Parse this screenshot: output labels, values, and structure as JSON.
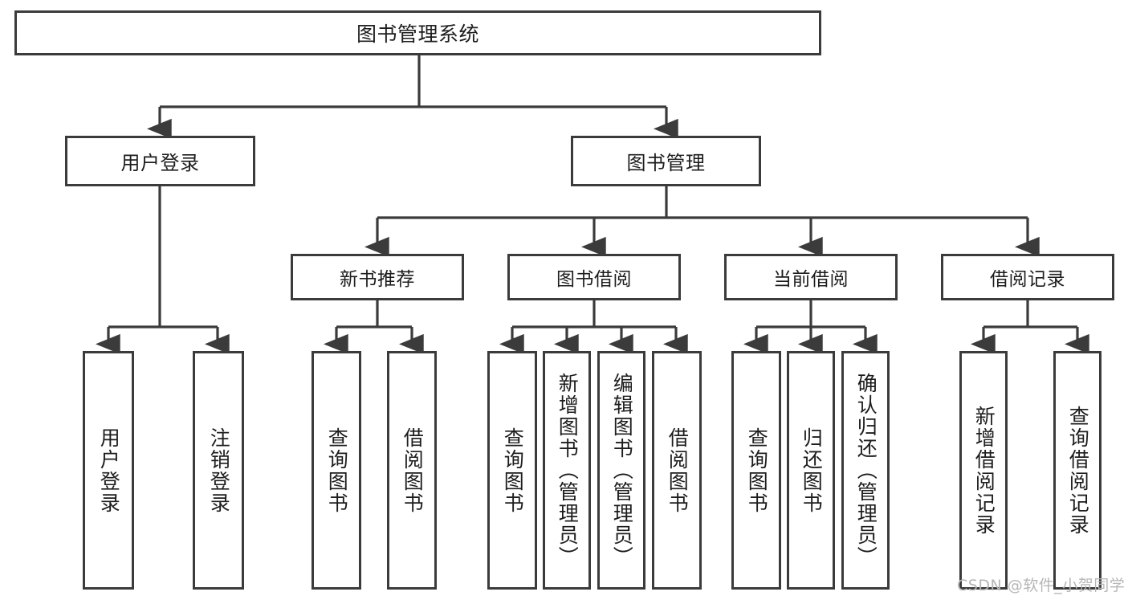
{
  "diagram": {
    "title": "图书管理系统",
    "type": "hierarchy-tree",
    "root": {
      "id": "root",
      "label": "图书管理系统"
    },
    "level2": [
      {
        "id": "user-login",
        "label": "用户登录"
      },
      {
        "id": "book-manage",
        "label": "图书管理"
      }
    ],
    "level3": [
      {
        "id": "new-book-rec",
        "label": "新书推荐",
        "parent": "book-manage"
      },
      {
        "id": "book-borrow",
        "label": "图书借阅",
        "parent": "book-manage"
      },
      {
        "id": "current-borrow",
        "label": "当前借阅",
        "parent": "book-manage"
      },
      {
        "id": "borrow-record",
        "label": "借阅记录",
        "parent": "book-manage"
      }
    ],
    "leaves": [
      {
        "id": "leaf-user-login",
        "label": "用户登录",
        "parent": "user-login"
      },
      {
        "id": "leaf-logout",
        "label": "注销登录",
        "parent": "user-login"
      },
      {
        "id": "leaf-query-book-1",
        "label": "查询图书",
        "parent": "new-book-rec"
      },
      {
        "id": "leaf-borrow-book-1",
        "label": "借阅图书",
        "parent": "new-book-rec"
      },
      {
        "id": "leaf-query-book-2",
        "label": "查询图书",
        "parent": "book-borrow"
      },
      {
        "id": "leaf-add-book",
        "label": "新增图书（管理员）",
        "parent": "book-borrow"
      },
      {
        "id": "leaf-edit-book",
        "label": "编辑图书（管理员）",
        "parent": "book-borrow"
      },
      {
        "id": "leaf-borrow-book-2",
        "label": "借阅图书",
        "parent": "book-borrow"
      },
      {
        "id": "leaf-query-book-3",
        "label": "查询图书",
        "parent": "current-borrow"
      },
      {
        "id": "leaf-return-book",
        "label": "归还图书",
        "parent": "current-borrow"
      },
      {
        "id": "leaf-confirm-return",
        "label": "确认归还（管理员）",
        "parent": "current-borrow"
      },
      {
        "id": "leaf-add-record",
        "label": "新增借阅记录",
        "parent": "borrow-record"
      },
      {
        "id": "leaf-query-record",
        "label": "查询借阅记录",
        "parent": "borrow-record"
      }
    ]
  },
  "watermark": {
    "text": "CSDN @软件_小贺同学"
  },
  "colors": {
    "border": "#3b3b3b",
    "background": "#ffffff",
    "text": "#1d1d1d",
    "watermark": "#b6b6b6"
  }
}
